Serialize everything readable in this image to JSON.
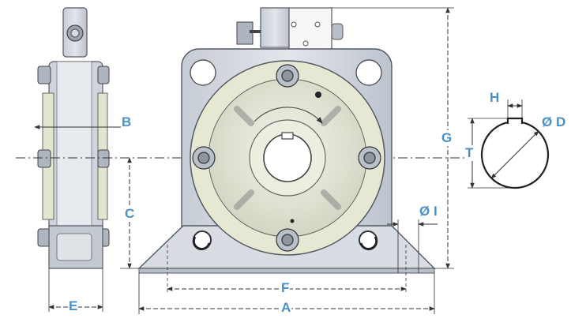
{
  "colors": {
    "dimension_label": "#4a90c8",
    "dimension_line": "#333333",
    "body_fill": "#d6dbe2",
    "body_shade": "#b7bec9",
    "disc_fill": "#e8ead6",
    "outline": "#555a62"
  },
  "dimensions": {
    "A": "A",
    "B": "B",
    "C": "C",
    "D": "Ø D",
    "E": "E",
    "F": "F",
    "G": "G",
    "H": "H",
    "I": "Ø I",
    "T": "T"
  },
  "icons": {
    "rotation": "rotation-arrow-icon",
    "retaining_clip": "circlip-icon"
  }
}
